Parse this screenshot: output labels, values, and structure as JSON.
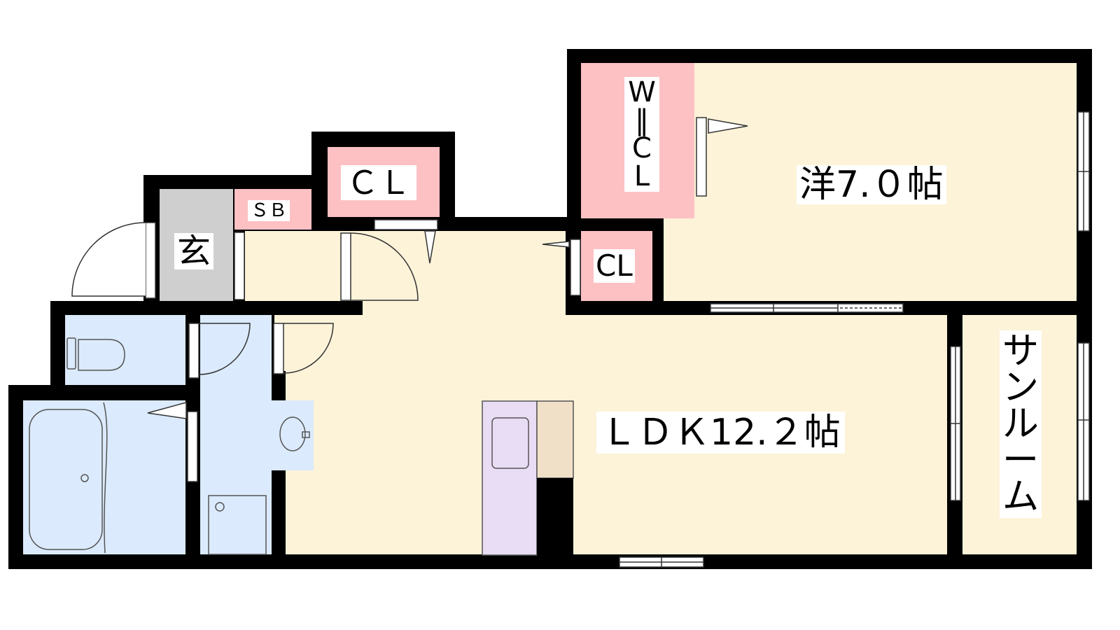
{
  "floor_plan": {
    "rooms": {
      "ldk": {
        "label": "ＬＤＫ12.２帖",
        "color": "#fcf3d9"
      },
      "western": {
        "label": "洋7.０帖",
        "color": "#fcf3d9"
      },
      "sunroom": {
        "label": "サンルーム",
        "color": "#fcf3d9"
      },
      "walk_in_closet": {
        "label": "W‖C\nL",
        "chars": [
          "W",
          "‖",
          "C",
          "L"
        ],
        "color": "#fdc1c4"
      },
      "closet_upper": {
        "label": "ＣＬ",
        "color": "#fdc1c4"
      },
      "closet_small": {
        "label": "CL",
        "color": "#fdc1c4"
      },
      "shoe_box": {
        "label": "ＳＢ",
        "color": "#fdc1c4"
      },
      "entrance": {
        "label": "玄",
        "color": "#cfcfcf"
      },
      "wet_area_color": "#dbeafc",
      "kitchen_color": "#e8ddf5",
      "counter_color": "#f1e0c8"
    },
    "wall_color": "#000000"
  }
}
